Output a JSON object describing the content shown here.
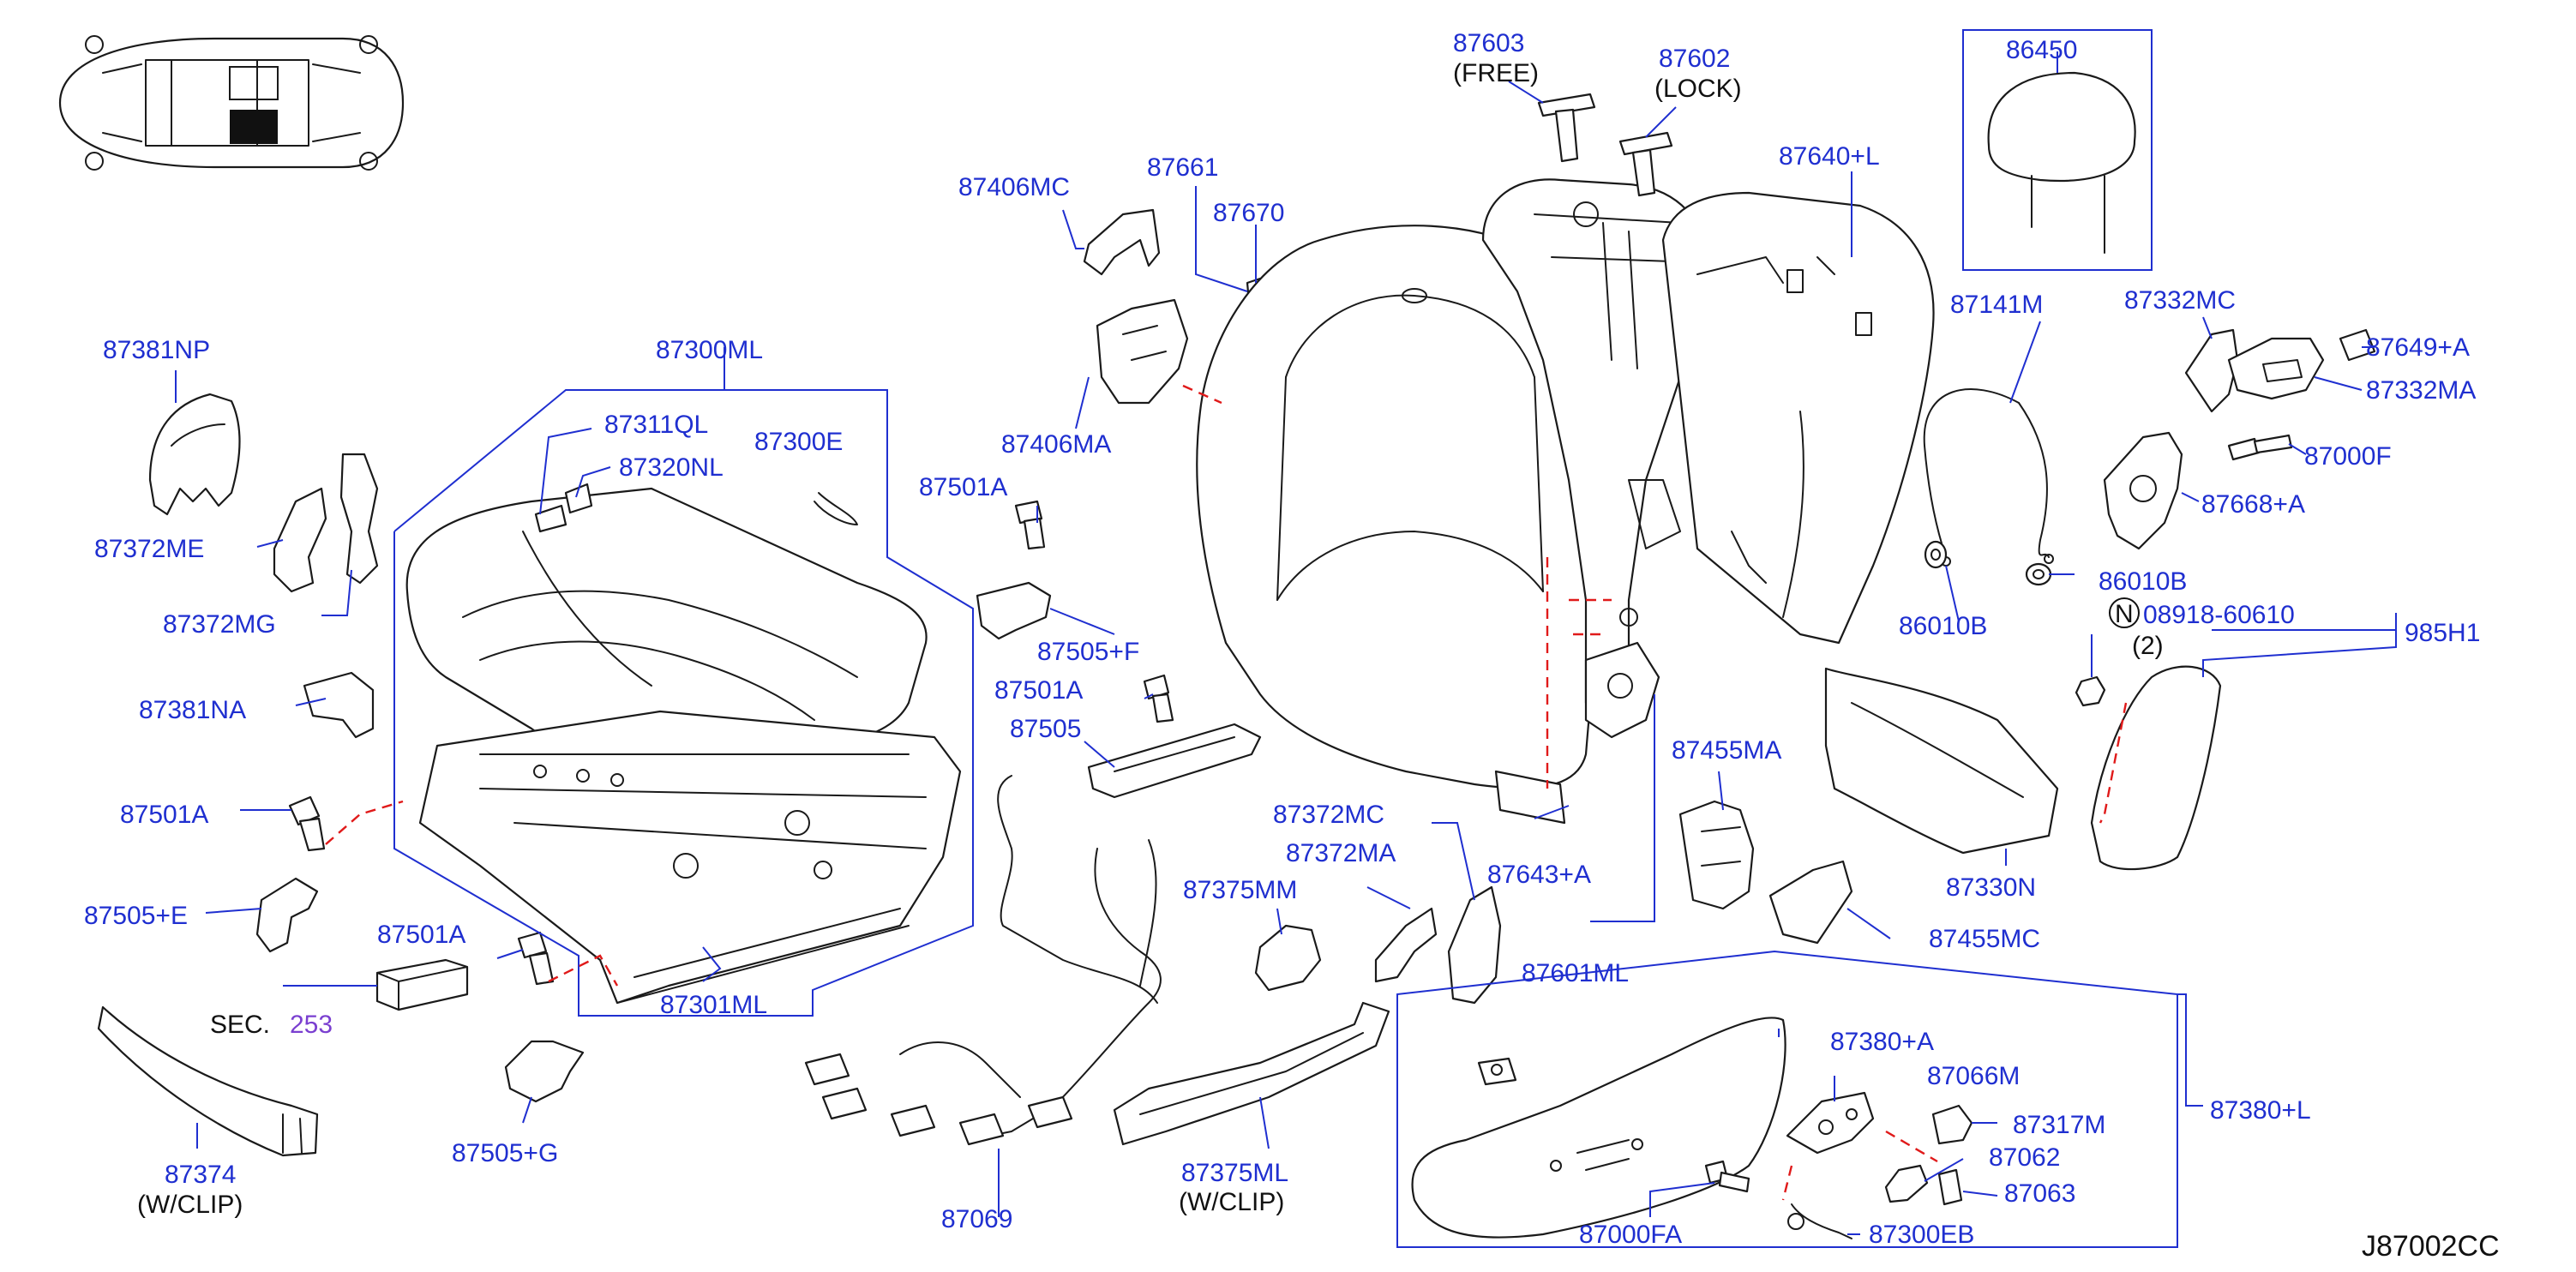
{
  "labels": {
    "l87381NP": "87381NP",
    "l87372ME": "87372ME",
    "l87372MG": "87372MG",
    "l87381NA": "87381NA",
    "l87501A_1": "87501A",
    "l87505E": "87505+E",
    "l87501A_2": "87501A",
    "lSEC": "SEC.",
    "l253": "253",
    "l87374": "87374",
    "l87374wc": "(W/CLIP)",
    "l87505G": "87505+G",
    "l87300ML": "87300ML",
    "l87311QL": "87311QL",
    "l87320NL": "87320NL",
    "l87300E": "87300E",
    "l87301ML": "87301ML",
    "l87406MC": "87406MC",
    "l87661": "87661",
    "l87670": "87670",
    "l87406MA": "87406MA",
    "l87501A_3": "87501A",
    "l87505F": "87505+F",
    "l87501A_4": "87501A",
    "l87505": "87505",
    "l87375MM": "87375MM",
    "l87069": "87069",
    "l87375ML": "87375ML",
    "l87375wc": "(W/CLIP)",
    "l87372MC": "87372MC",
    "l87372MA": "87372MA",
    "l87603": "87603",
    "l87603f": "(FREE)",
    "l87602": "87602",
    "l87602l": "(LOCK)",
    "l87643A": "87643+A",
    "l87601ML": "87601ML",
    "l87455MA": "87455MA",
    "l87455MC": "87455MC",
    "l87640L": "87640+L",
    "l86450": "86450",
    "l87141M": "87141M",
    "l87332MC": "87332MC",
    "l87649A": "87649+A",
    "l87332MA": "87332MA",
    "l87000F": "87000F",
    "l87668A": "87668+A",
    "l86010B_1": "86010B",
    "l86010B_2": "86010B",
    "lN": "N",
    "l08918": "08918-60610",
    "l2": "(2)",
    "l985H1": "985H1",
    "l87330N": "87330N",
    "l87380A": "87380+A",
    "l87066M": "87066M",
    "l87317M": "87317M",
    "l87062": "87062",
    "l87063": "87063",
    "l87380L": "87380+L",
    "l87000FA": "87000FA",
    "l87300EB": "87300EB",
    "lcode": "J87002CC"
  },
  "colors": {
    "label": "#1f2fd0",
    "reference": "#7a3fd0",
    "dashed_link": "#e01a1a",
    "outline": "#1a1a1a"
  },
  "icons": {
    "vehicle_locator": "car-top-view-icon",
    "note_marker": "circled-n-icon"
  }
}
